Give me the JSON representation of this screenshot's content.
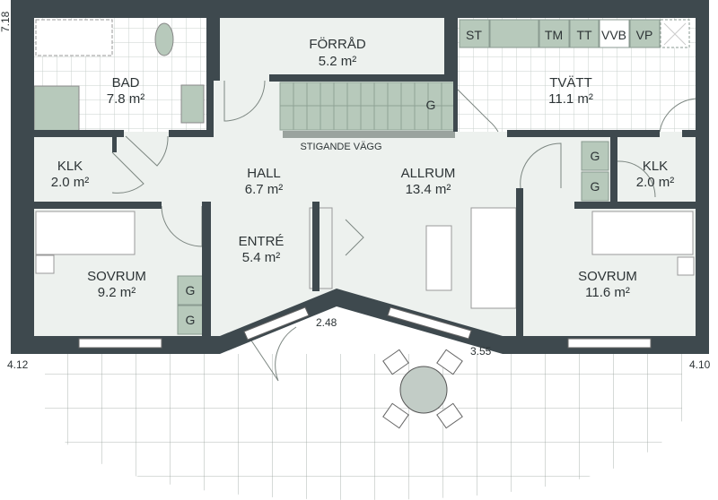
{
  "rooms": [
    {
      "name": "BAD",
      "area": "7.8 m²"
    },
    {
      "name": "FÖRRÅD",
      "area": "5.2 m²"
    },
    {
      "name": "TVÄTT",
      "area": "11.1 m²"
    },
    {
      "name": "KLK",
      "area": "2.0 m²"
    },
    {
      "name": "HALL",
      "area": "6.7 m²"
    },
    {
      "name": "ALLRUM",
      "area": "13.4 m²"
    },
    {
      "name": "KLK",
      "area": "2.0 m²"
    },
    {
      "name": "ENTRÉ",
      "area": "5.4 m²"
    },
    {
      "name": "SOVRUM",
      "area": "9.2 m²"
    },
    {
      "name": "SOVRUM",
      "area": "11.6 m²"
    }
  ],
  "fixtures": {
    "st": "ST",
    "tm": "TM",
    "tt": "TT",
    "vvb": "VVB",
    "vp": "VP",
    "g": "G"
  },
  "stair_wall_label": "STIGANDE VÄGG",
  "dimensions": {
    "height": "7.18",
    "left": "4.12",
    "right": "4.10",
    "front_left": "2.48",
    "front_right": "3.55"
  },
  "colors": {
    "wall": "#3e494e",
    "floor": "#edf1ee",
    "fixture": "#b7c9bb",
    "tile": "#ffffff"
  }
}
